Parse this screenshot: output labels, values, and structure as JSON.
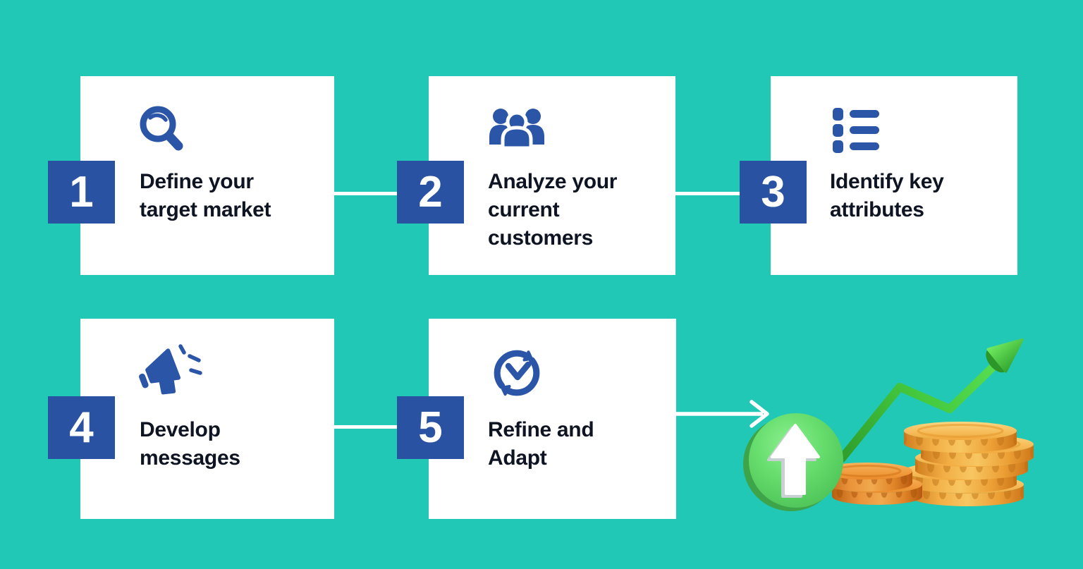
{
  "colors": {
    "background": "#21c8b6",
    "card": "#ffffff",
    "accent_blue": "#2b55a7",
    "number_badge_blue": "#2a52a3",
    "text": "#0e1421",
    "connector_white": "#ffffff",
    "growth_green": "#4fd649",
    "badge_circle_green": "#5fd967",
    "coin_gold": "#f3ae43",
    "coin_orange": "#ee9231"
  },
  "steps": [
    {
      "number": "1",
      "title": "Define your\ntarget market",
      "icon": "magnifier-icon"
    },
    {
      "number": "2",
      "title": "Analyze your\ncurrent\ncustomers",
      "icon": "people-icon"
    },
    {
      "number": "3",
      "title": "Identify key\nattributes",
      "icon": "list-icon"
    },
    {
      "number": "4",
      "title": "Develop\nmessages",
      "icon": "megaphone-icon"
    },
    {
      "number": "5",
      "title": "Refine and\nAdapt",
      "icon": "sync-icon"
    }
  ],
  "illustration": {
    "elements": [
      "green-up-arrow-badge",
      "green-zigzag-growth-arrow",
      "orange-coin-stack",
      "gold-coin-stack"
    ]
  }
}
